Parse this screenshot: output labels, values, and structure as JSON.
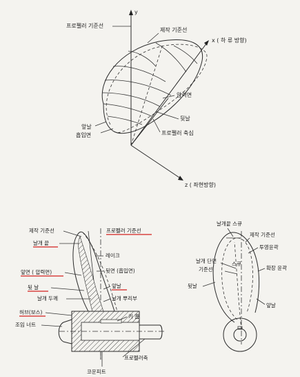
{
  "colors": {
    "ink": "#222222",
    "underline": "#d2201f",
    "paper": "#f4f3ef"
  },
  "top_figure": {
    "axis_y": "y",
    "axis_x": "x ( 하 류 방향)",
    "axis_z": "z ( 좌현방향)",
    "propeller_reference_line": "프로펠러 기준선",
    "manufacturing_reference_line": "제작 기준선",
    "pressure_face": "압력면",
    "trailing_edge": "뒷날",
    "leading_edge": "앞날",
    "suction_face": "흡입면",
    "propeller_shaft_center": "프로펠러 축심"
  },
  "bottom_left": {
    "manufacturing_reference_line": "제작 기준선",
    "propeller_reference_line": "프로펠러 기준선",
    "blade_tip": "날개 끝",
    "rake": "레이크",
    "face": "앞면 ( 압력면)",
    "back": "뒷면 (흡입면)",
    "trailing_edge": "뒷 날",
    "leading_edge": "앞날",
    "blade_thickness": "날개 두께",
    "blade_root": "날개 뿌리부",
    "hub": "허브(보스)",
    "keyway": "키 홈",
    "lock_nut": "조임 너트",
    "propeller_shaft": "프로펠러축",
    "cone_fit": "코운피트"
  },
  "bottom_right": {
    "blade_tip_skew": "날개끝 스큐",
    "manufacturing_reference_line": "제작 기준선",
    "projected_outline": "투영윤곽",
    "blade_section_reference_line_1": "날개 단면",
    "blade_section_reference_line_2": "기준선",
    "skew": "스큐",
    "expanded_outline": "확장 윤곽",
    "trailing_edge": "뒷날",
    "leading_edge": "앞날"
  }
}
